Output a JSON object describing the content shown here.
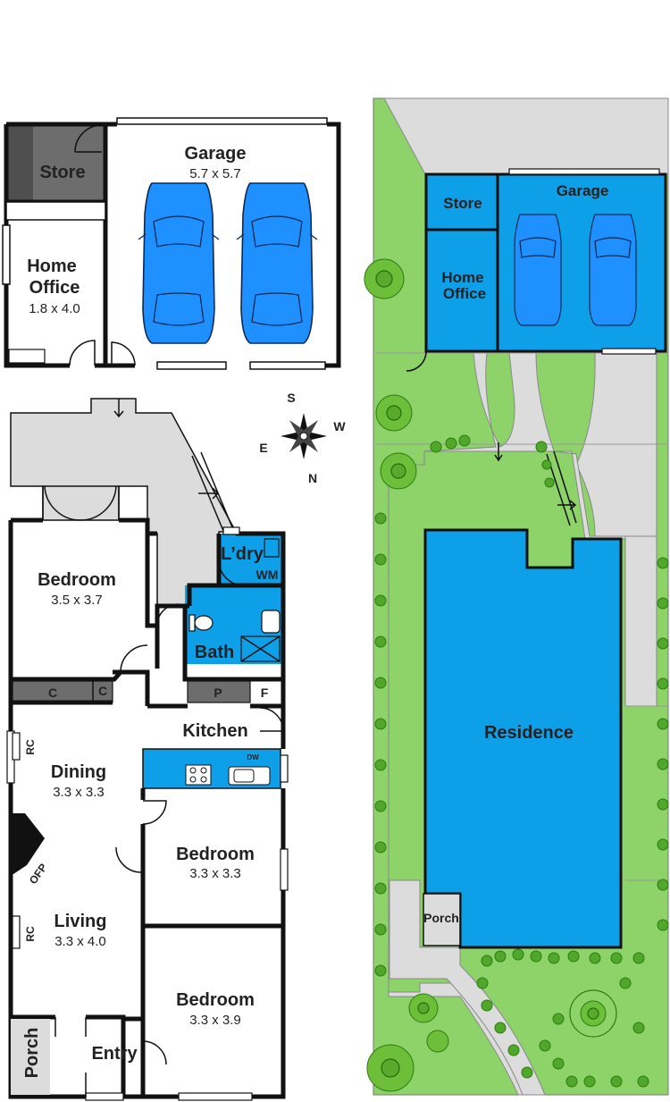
{
  "colors": {
    "room_blue": "#0d9fe8",
    "grass": "#8ed36a",
    "paving": "#dcdcdc",
    "store_dark": "#6d6d6d",
    "cupboard": "#6d6d6d",
    "wall": "#111111"
  },
  "floor_plan": {
    "store": "Store",
    "garage": {
      "name": "Garage",
      "dims": "5.7 x 5.7"
    },
    "home_office": {
      "name_1": "Home",
      "name_2": "Office",
      "dims": "1.8 x 4.0"
    },
    "bedroom_1": {
      "name": "Bedroom",
      "dims": "3.5 x 3.7"
    },
    "laundry": "L’dry",
    "washing_machine": "WM",
    "bath": "Bath",
    "cupboard": "C",
    "pantry": "P",
    "fridge": "F",
    "kitchen": "Kitchen",
    "dishwasher": "DW",
    "dining": {
      "name": "Dining",
      "dims": "3.3 x 3.3"
    },
    "reverse_cycle_1": "RC",
    "reverse_cycle_2": "RC",
    "open_fireplace": "OFP",
    "bedroom_2": {
      "name": "Bedroom",
      "dims": "3.3 x 3.3"
    },
    "living": {
      "name": "Living",
      "dims": "3.3 x 4.0"
    },
    "bedroom_3": {
      "name": "Bedroom",
      "dims": "3.3 x 3.9"
    },
    "entry": "Entry",
    "porch": "Porch"
  },
  "compass": {
    "s": "S",
    "w": "W",
    "e": "E",
    "n": "N"
  },
  "site_plan": {
    "store": "Store",
    "garage": "Garage",
    "home_office_1": "Home",
    "home_office_2": "Office",
    "residence": "Residence",
    "porch": "Porch"
  }
}
